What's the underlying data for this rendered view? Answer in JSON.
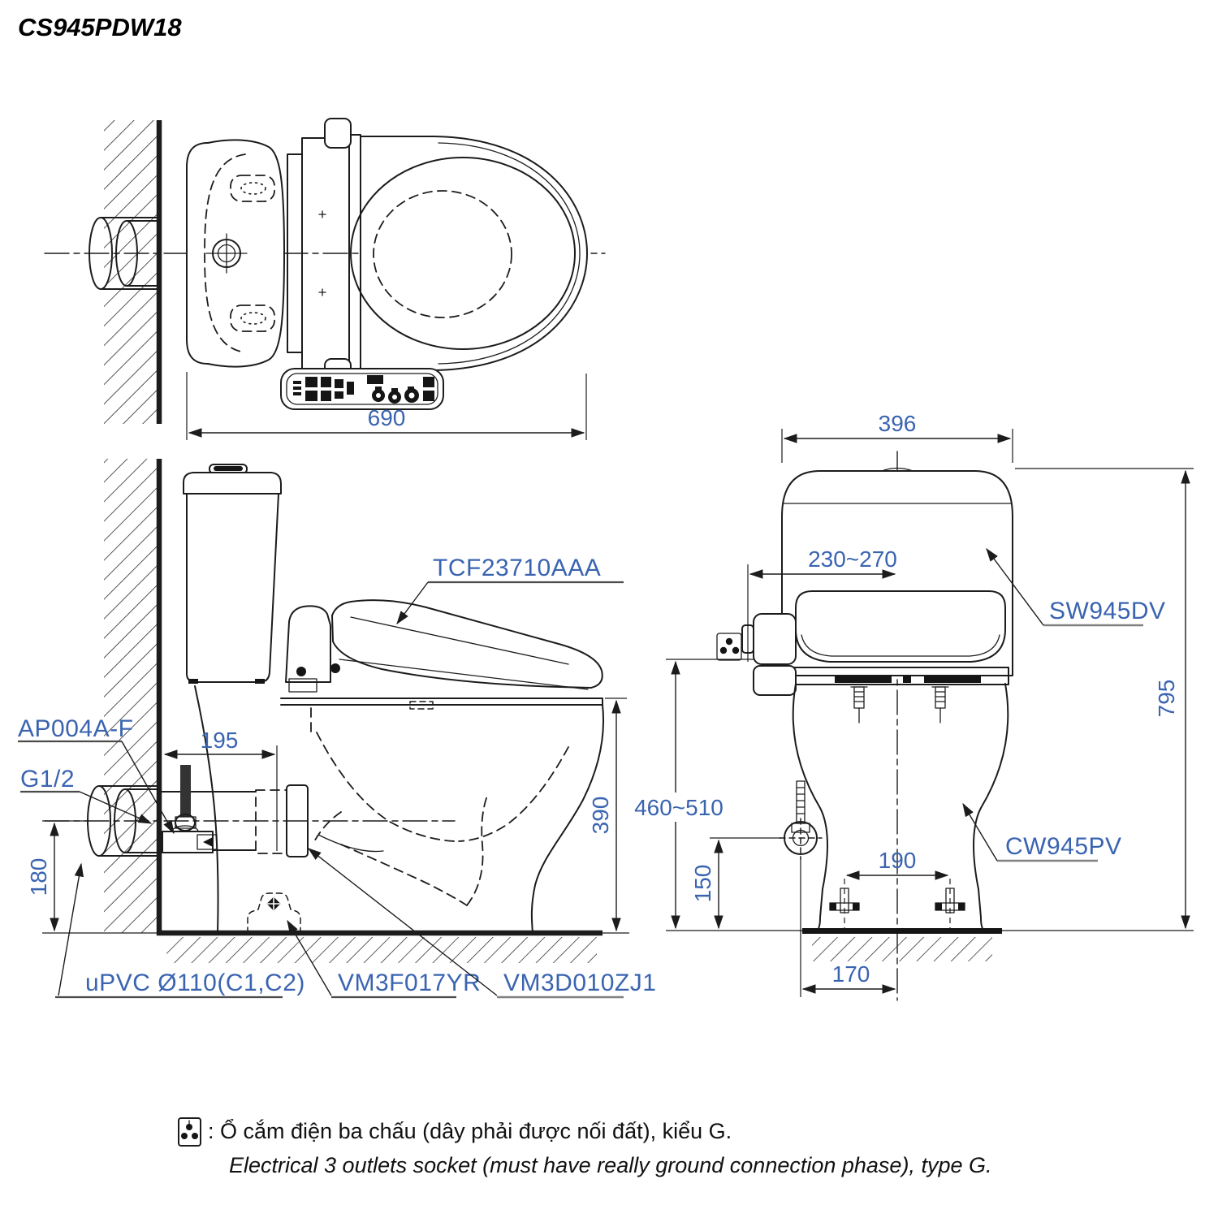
{
  "title": "CS945PDW18",
  "colors": {
    "dimension_text": "#3a64b0",
    "drawing_line": "#1c1c1c",
    "leader_underline_grey": "#808080"
  },
  "top_view": {
    "dim_depth": "690"
  },
  "side_view": {
    "seat_unit_label": "TCF23710AAA",
    "valve_label": "AP004A-F",
    "inlet_label": "G1/2",
    "dim_rough_in": "195",
    "dim_pipe_height": "180",
    "dim_rim_height": "390",
    "pipe_label": "uPVC Ø110(C1,C2)",
    "flange_label": "VM3F017YR",
    "joint_label": "VM3D010ZJ1"
  },
  "front_view": {
    "dim_tank_width": "396",
    "dim_valve_offset": "230~270",
    "dim_total_height": "795",
    "dim_seat_height": "460~510",
    "dim_supply_height": "150",
    "dim_bolt_spacing": "190",
    "dim_supply_offset": "170",
    "tank_label": "SW945DV",
    "bowl_label": "CW945PV"
  },
  "note": {
    "line1_vi": ": Ổ cắm điện ba chấu (dây phải được nối đất), kiểu G.",
    "line2_en": "Electrical 3 outlets socket (must have really ground connection phase), type G."
  }
}
